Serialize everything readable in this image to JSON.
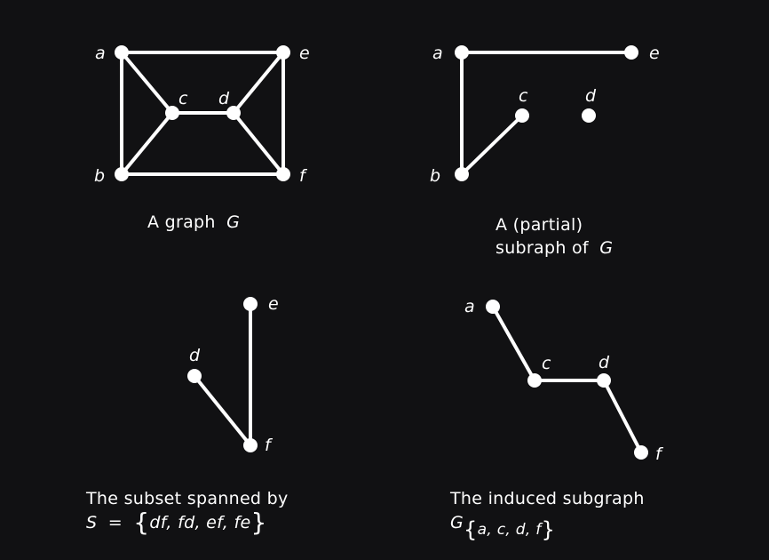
{
  "colors": {
    "background": "#111113",
    "ink": "#ffffff"
  },
  "panels": [
    {
      "id": "graph",
      "caption_lines": [
        "A graph",
        "G"
      ],
      "vertices": [
        {
          "id": "a",
          "label": "a"
        },
        {
          "id": "b",
          "label": "b"
        },
        {
          "id": "c",
          "label": "c"
        },
        {
          "id": "d",
          "label": "d"
        },
        {
          "id": "e",
          "label": "e"
        },
        {
          "id": "f",
          "label": "f"
        }
      ],
      "edges": [
        [
          "a",
          "e"
        ],
        [
          "a",
          "b"
        ],
        [
          "a",
          "c"
        ],
        [
          "b",
          "c"
        ],
        [
          "c",
          "d"
        ],
        [
          "d",
          "e"
        ],
        [
          "d",
          "f"
        ],
        [
          "e",
          "f"
        ],
        [
          "b",
          "f"
        ]
      ]
    },
    {
      "id": "partial-subgraph",
      "caption_lines": [
        "A (partial)",
        "subraph of",
        "G"
      ],
      "vertices": [
        {
          "id": "a",
          "label": "a"
        },
        {
          "id": "b",
          "label": "b"
        },
        {
          "id": "c",
          "label": "c"
        },
        {
          "id": "d",
          "label": "d"
        },
        {
          "id": "e",
          "label": "e"
        }
      ],
      "edges": [
        [
          "a",
          "e"
        ],
        [
          "a",
          "b"
        ],
        [
          "b",
          "c"
        ]
      ]
    },
    {
      "id": "spanned-subset",
      "caption_lines": [
        "The subset spanned by",
        "S",
        "=",
        "df, fd, ef, fe"
      ],
      "vertices": [
        {
          "id": "d",
          "label": "d"
        },
        {
          "id": "e",
          "label": "e"
        },
        {
          "id": "f",
          "label": "f"
        }
      ],
      "edges": [
        [
          "d",
          "f"
        ],
        [
          "e",
          "f"
        ]
      ]
    },
    {
      "id": "induced-subgraph",
      "caption_lines": [
        "The induced subgraph",
        "G",
        "a, c, d, f"
      ],
      "vertices": [
        {
          "id": "a",
          "label": "a"
        },
        {
          "id": "c",
          "label": "c"
        },
        {
          "id": "d",
          "label": "d"
        },
        {
          "id": "f",
          "label": "f"
        }
      ],
      "edges": [
        [
          "a",
          "c"
        ],
        [
          "c",
          "d"
        ],
        [
          "d",
          "f"
        ]
      ]
    }
  ]
}
